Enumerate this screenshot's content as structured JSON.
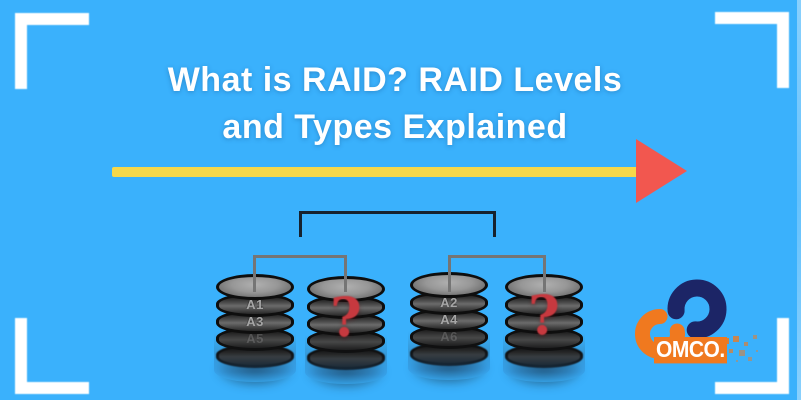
{
  "title": {
    "line1": "What is RAID? RAID Levels",
    "line2": "and Types Explained"
  },
  "diagram": {
    "disks": [
      {
        "name": "disk-a",
        "labels": [
          "A1",
          "A3",
          "A5"
        ],
        "overlay": ""
      },
      {
        "name": "disk-mirror-a",
        "labels": [
          "",
          "",
          ""
        ],
        "overlay": "?"
      },
      {
        "name": "disk-b",
        "labels": [
          "A2",
          "A4",
          "A6"
        ],
        "overlay": ""
      },
      {
        "name": "disk-mirror-b",
        "labels": [
          "",
          "",
          ""
        ],
        "overlay": "?"
      }
    ]
  },
  "logo": {
    "text": "OMCO."
  },
  "colors": {
    "background": "#3ab1fc",
    "accent_yellow": "#f6d84a",
    "accent_red": "#f2574f",
    "question_red": "#c7393f",
    "bracket_dark": "#16222e",
    "bracket_gray": "#757575",
    "logo_orange": "#f0791f",
    "logo_navy": "#1c2566",
    "frame_white": "#ffffff"
  }
}
